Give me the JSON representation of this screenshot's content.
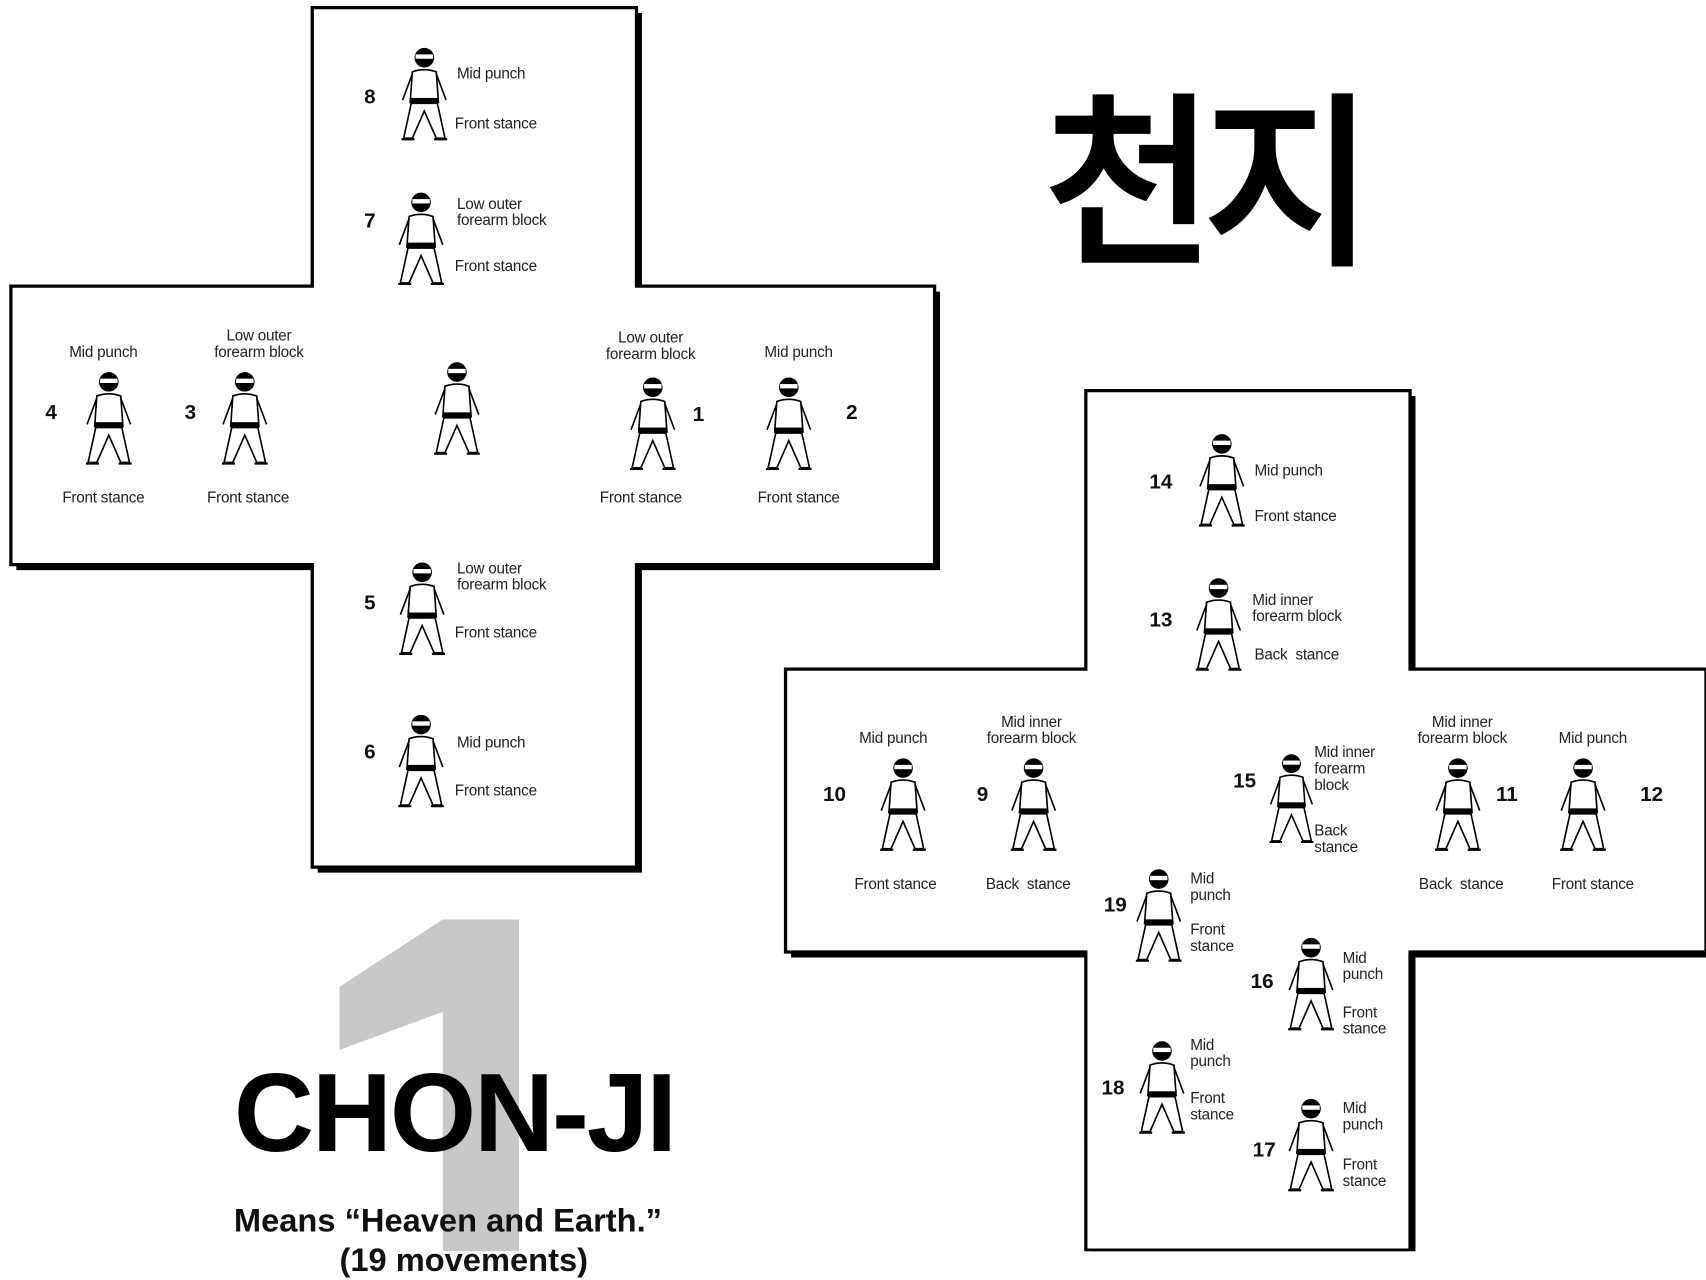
{
  "title": "CHON-JI",
  "hangul": "천지",
  "meaning": "Means “Heaven and Earth.”",
  "moves_count": "(19 movements)",
  "big_number": "1",
  "cross_a": {
    "moves": [
      {
        "num": "8",
        "l1": "Mid punch",
        "l2": "Front stance"
      },
      {
        "num": "7",
        "l1": "Low outer\nforearm block",
        "l2": "Front stance"
      },
      {
        "num": "4",
        "l1": "Mid punch",
        "l2": "Front stance"
      },
      {
        "num": "3",
        "l1": "Low outer\nforearm block",
        "l2": "Front stance"
      },
      {
        "num": "1",
        "l1": "Low outer\nforearm block",
        "l2": "Front stance"
      },
      {
        "num": "2",
        "l1": "Mid punch",
        "l2": "Front stance"
      },
      {
        "num": "5",
        "l1": "Low outer\nforearm block",
        "l2": "Front stance"
      },
      {
        "num": "6",
        "l1": "Mid punch",
        "l2": "Front stance"
      }
    ]
  },
  "cross_b": {
    "moves": [
      {
        "num": "14",
        "l1": "Mid punch",
        "l2": "Front stance"
      },
      {
        "num": "13",
        "l1": "Mid inner\nforearm block",
        "l2": "Back  stance"
      },
      {
        "num": "10",
        "l1": "Mid punch",
        "l2": "Front stance"
      },
      {
        "num": "9",
        "l1": "Mid inner\nforearm block",
        "l2": "Back  stance"
      },
      {
        "num": "15",
        "l1": "Mid inner\nforearm\nblock",
        "l2": "Back\nstance"
      },
      {
        "num": "11",
        "l1": "Mid inner\nforearm block",
        "l2": "Back  stance"
      },
      {
        "num": "12",
        "l1": "Mid punch",
        "l2": "Front stance"
      },
      {
        "num": "19",
        "l1": "Mid\npunch",
        "l2": "Front\nstance"
      },
      {
        "num": "16",
        "l1": "Mid\npunch",
        "l2": "Front\nstance"
      },
      {
        "num": "18",
        "l1": "Mid\npunch",
        "l2": "Front\nstance"
      },
      {
        "num": "17",
        "l1": "Mid\npunch",
        "l2": "Front\nstance"
      }
    ]
  }
}
